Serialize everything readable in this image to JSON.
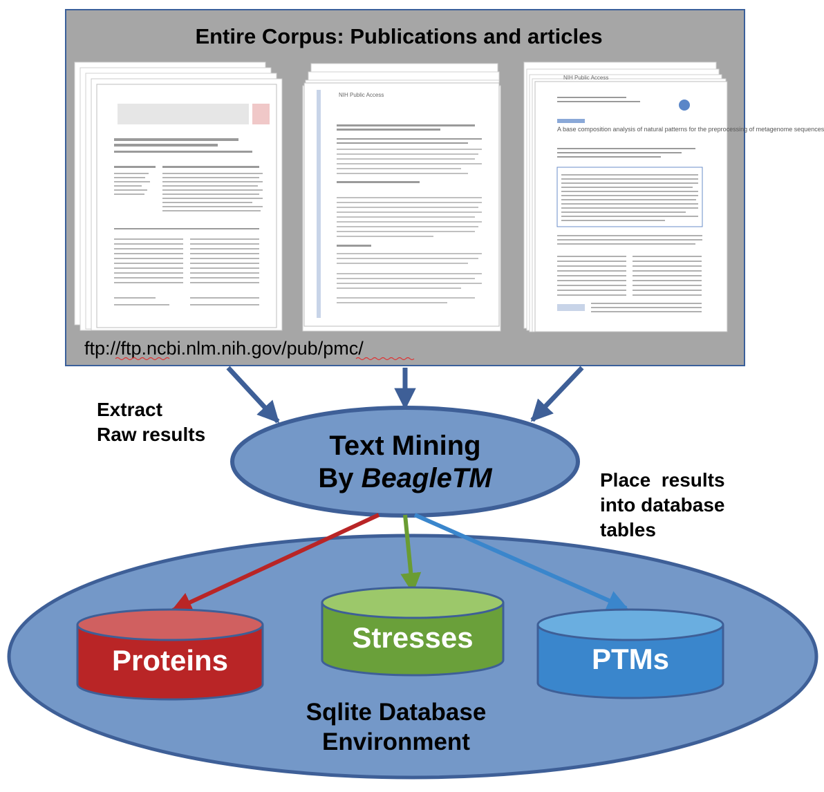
{
  "corpus": {
    "title": "Entire Corpus: Publications and articles",
    "ftp_url": "ftp://ftp.ncbi.nlm.nih.gov/pub/pmc/",
    "documents": [
      {
        "header": "",
        "title": ""
      },
      {
        "header": "NIH Public Access",
        "title": ""
      },
      {
        "header": "NIH Public Access",
        "title": "A base composition analysis of natural patterns for the preprocessing of metagenome sequences"
      }
    ]
  },
  "labels": {
    "extract_line1": "Extract",
    "extract_line2": "Raw results",
    "place_line1": "Place  results",
    "place_line2": "into database",
    "place_line3": "tables"
  },
  "text_mining": {
    "line1": "Text Mining",
    "line2_prefix": "By ",
    "line2_italic": "BeagleTM"
  },
  "database": {
    "line1": "Sqlite Database",
    "line2": "Environment",
    "tables": [
      {
        "name": "Proteins",
        "color": "#b92526",
        "top_color": "#d06060"
      },
      {
        "name": "Stresses",
        "color": "#6aa03a",
        "top_color": "#9cc86a"
      },
      {
        "name": "PTMs",
        "color": "#3a86cc",
        "top_color": "#6aaee0"
      }
    ]
  },
  "colors": {
    "panel_fill": "#a6a6a6",
    "panel_border": "#3a5f9a",
    "ellipse_fill": "#7498c8",
    "ellipse_border": "#3e5f97",
    "arrow_blue": "#3e5f97",
    "arrow_red": "#b92526",
    "arrow_green": "#6a9c33",
    "arrow_lightblue": "#3a86cc"
  }
}
